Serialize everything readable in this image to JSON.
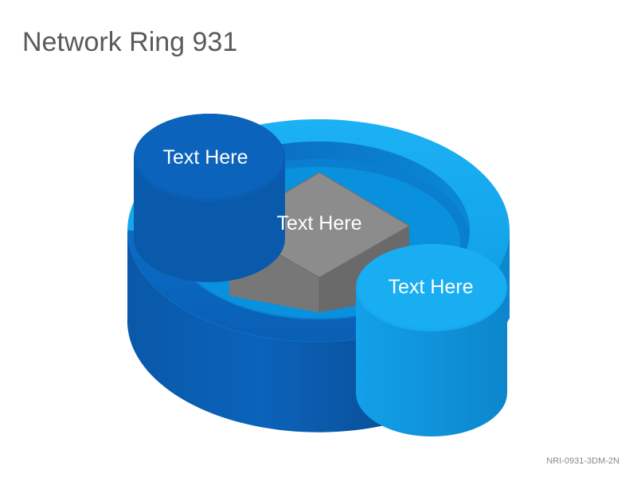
{
  "title": "Network Ring 931",
  "footer_code": "NRI-0931-3DM-2N",
  "nodes": {
    "top_left": {
      "label": "Text Here"
    },
    "center": {
      "label": "Text Here"
    },
    "right": {
      "label": "Text Here"
    }
  },
  "colors": {
    "dark_blue": "#0A5FB4",
    "light_blue": "#14A7EE",
    "center_box": "#7f7f7f",
    "title_text": "#5a5a5a"
  }
}
